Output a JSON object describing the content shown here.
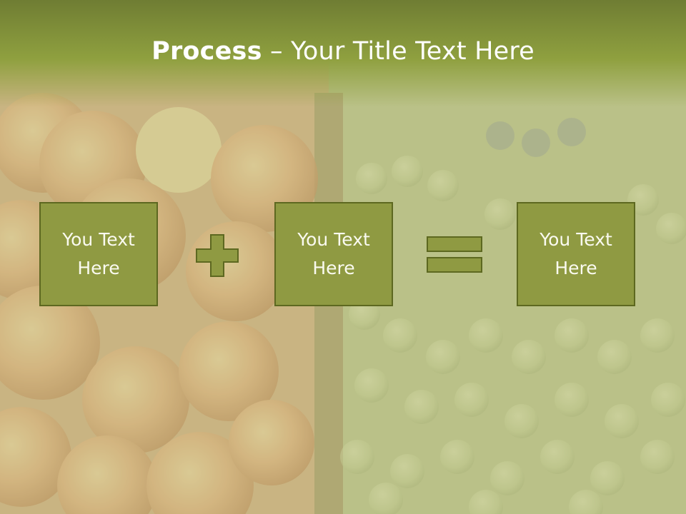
{
  "slide": {
    "title_bold": "Process",
    "title_rest": " – Your Title Text Here",
    "boxes": [
      {
        "label": "You Text\nHere"
      },
      {
        "label": "You Text\nHere"
      },
      {
        "label": "You Text\nHere"
      }
    ],
    "operators": [
      "plus-icon",
      "equals-icon"
    ]
  },
  "colors": {
    "box_fill": "#8f9a42",
    "box_border": "#5d6820",
    "title_bar": "#8fa03f"
  }
}
